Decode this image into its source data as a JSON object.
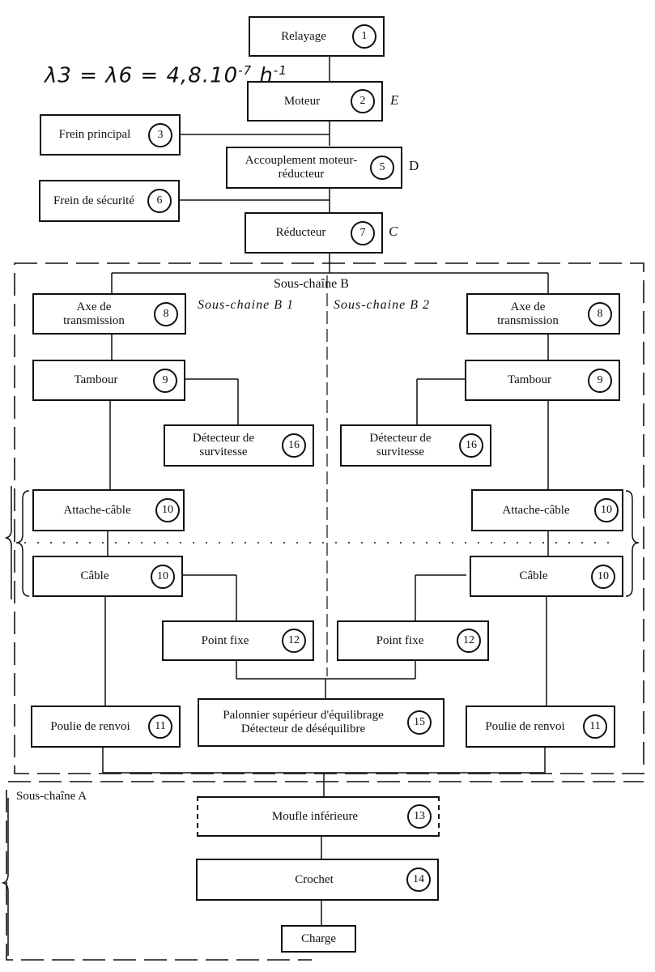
{
  "annotation": {
    "handwritten_formula": "λ3 = λ6 = 4,8.10",
    "exponent": "-7",
    "unit": "h",
    "unit_exponent": "-1"
  },
  "main_chain": [
    {
      "id": "relayage",
      "label": "Relayage",
      "num": "1"
    },
    {
      "id": "moteur",
      "label": "Moteur",
      "num": "2",
      "tag": "E"
    },
    {
      "id": "accouplement",
      "label": "Accouplement moteur-réducteur",
      "num": "5",
      "tag": "D"
    },
    {
      "id": "reducteur",
      "label": "Réducteur",
      "num": "7",
      "tag": "C"
    }
  ],
  "side_brakes": [
    {
      "id": "frein-principal",
      "label": "Frein principal",
      "num": "3"
    },
    {
      "id": "frein-securite",
      "label": "Frein de sécurité",
      "num": "6"
    }
  ],
  "subchain_b": {
    "title": "Sous-chaîne B",
    "left_title": "Sous-chaine B 1",
    "right_title": "Sous-chaine B 2",
    "left": [
      {
        "id": "axe",
        "label": "Axe de transmission",
        "num": "8"
      },
      {
        "id": "tambour",
        "label": "Tambour",
        "num": "9"
      },
      {
        "id": "detecteur",
        "label": "Détecteur de survitesse",
        "num": "16"
      },
      {
        "id": "attache",
        "label": "Attache-câble",
        "num": "10"
      },
      {
        "id": "cable",
        "label": "Câble",
        "num": "10"
      },
      {
        "id": "point-fixe",
        "label": "Point fixe",
        "num": "12"
      },
      {
        "id": "poulie",
        "label": "Poulie de renvoi",
        "num": "11"
      }
    ],
    "right": [
      {
        "id": "axe",
        "label": "Axe de transmission",
        "num": "8"
      },
      {
        "id": "tambour",
        "label": "Tambour",
        "num": "9"
      },
      {
        "id": "detecteur",
        "label": "Détecteur de survitesse",
        "num": "16"
      },
      {
        "id": "attache",
        "label": "Attache-câble",
        "num": "10"
      },
      {
        "id": "cable",
        "label": "Câble",
        "num": "10"
      },
      {
        "id": "point-fixe",
        "label": "Point fixe",
        "num": "12"
      },
      {
        "id": "poulie",
        "label": "Poulie de renvoi",
        "num": "11"
      }
    ],
    "center": {
      "id": "palonnier",
      "label": "Palonnier supérieur d'équilibrage Détecteur de déséquilibre",
      "num": "15"
    }
  },
  "subchain_a": {
    "title": "Sous-chaîne A",
    "items": [
      {
        "id": "moufle",
        "label": "Moufle inférieure",
        "num": "13"
      },
      {
        "id": "crochet",
        "label": "Crochet",
        "num": "14"
      }
    ],
    "load": "Charge"
  }
}
